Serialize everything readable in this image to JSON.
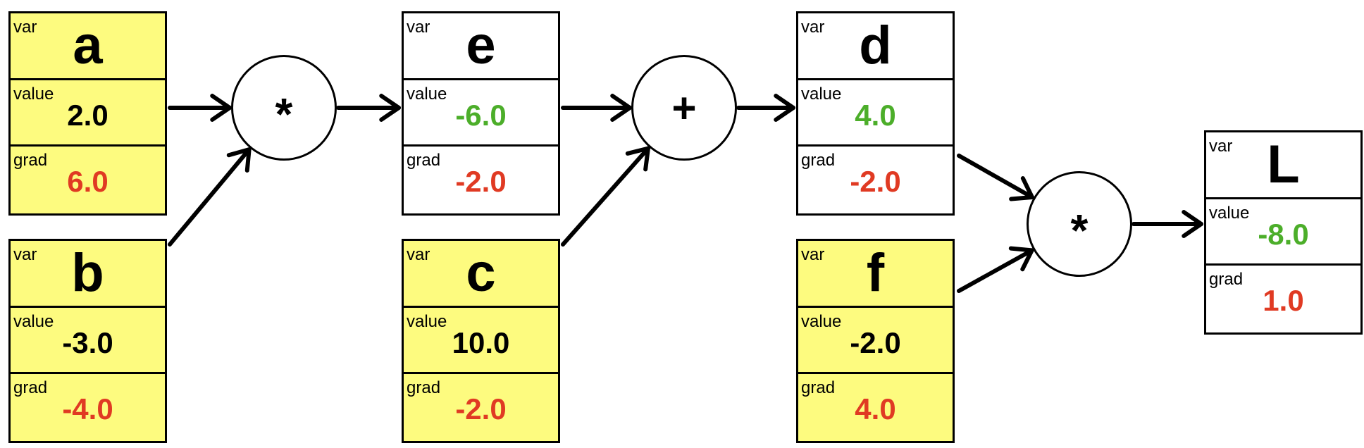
{
  "colors": {
    "leaf_fill": "#fdfb7f",
    "node_fill": "#ffffff",
    "grad_red": "#e03a23",
    "value_green": "#4cae2a",
    "value_black": "#000000"
  },
  "row_labels": {
    "var": "var",
    "value": "value",
    "grad": "grad"
  },
  "nodes": [
    {
      "id": "a",
      "name": "a",
      "value": "2.0",
      "grad": "6.0",
      "leaf": true,
      "value_color": "black"
    },
    {
      "id": "b",
      "name": "b",
      "value": "-3.0",
      "grad": "-4.0",
      "leaf": true,
      "value_color": "black"
    },
    {
      "id": "e",
      "name": "e",
      "value": "-6.0",
      "grad": "-2.0",
      "leaf": false,
      "value_color": "green"
    },
    {
      "id": "c",
      "name": "c",
      "value": "10.0",
      "grad": "-2.0",
      "leaf": true,
      "value_color": "black"
    },
    {
      "id": "d",
      "name": "d",
      "value": "4.0",
      "grad": "-2.0",
      "leaf": false,
      "value_color": "green"
    },
    {
      "id": "f",
      "name": "f",
      "value": "-2.0",
      "grad": "4.0",
      "leaf": true,
      "value_color": "black"
    },
    {
      "id": "L",
      "name": "L",
      "value": "-8.0",
      "grad": "1.0",
      "leaf": false,
      "value_color": "green"
    }
  ],
  "operations": [
    {
      "id": "op1",
      "symbol": "*",
      "inputs": [
        "a",
        "b"
      ],
      "output": "e"
    },
    {
      "id": "op2",
      "symbol": "+",
      "inputs": [
        "e",
        "c"
      ],
      "output": "d"
    },
    {
      "id": "op3",
      "symbol": "*",
      "inputs": [
        "d",
        "f"
      ],
      "output": "L"
    }
  ]
}
